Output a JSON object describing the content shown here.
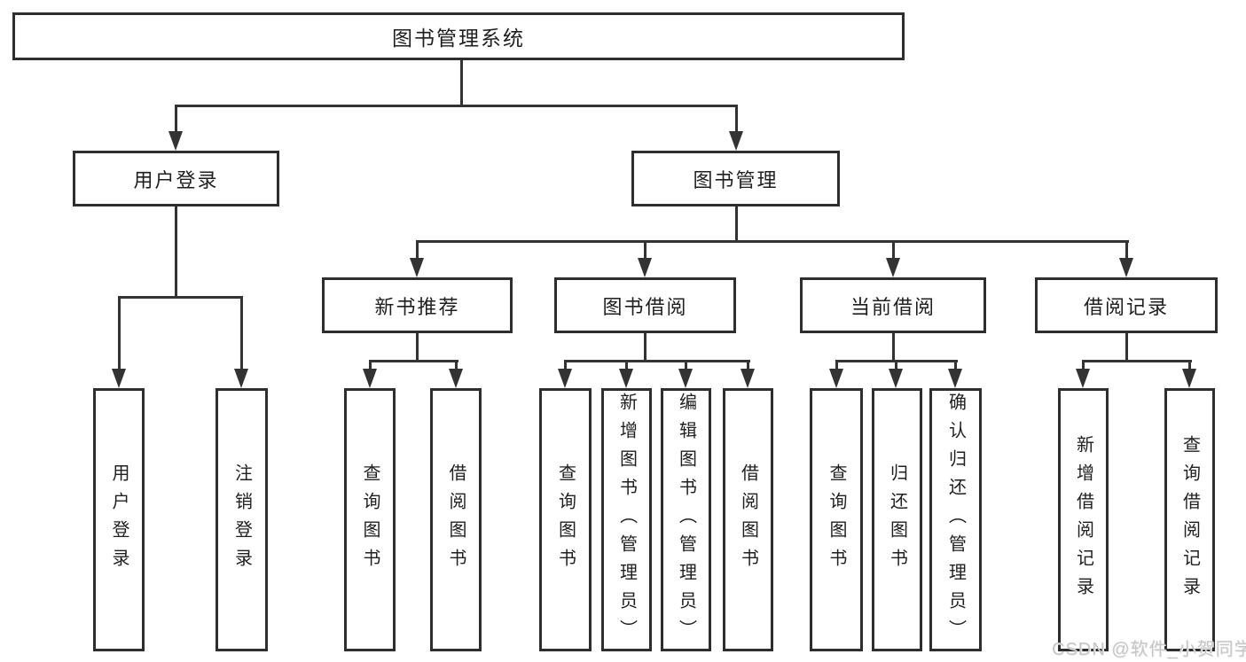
{
  "diagram_title": "图书管理系统",
  "tree": {
    "root": {
      "label": "图书管理系统"
    },
    "branches": [
      {
        "label": "用户登录",
        "leaves": [
          {
            "label": "用户登录"
          },
          {
            "label": "注销登录"
          }
        ]
      },
      {
        "label": "图书管理",
        "groups": [
          {
            "label": "新书推荐",
            "leaves": [
              {
                "label": "查询图书"
              },
              {
                "label": "借阅图书"
              }
            ]
          },
          {
            "label": "图书借阅",
            "leaves": [
              {
                "label": "查询图书"
              },
              {
                "label": "新增图书（管理员）"
              },
              {
                "label": "编辑图书（管理员）"
              },
              {
                "label": "借阅图书"
              }
            ]
          },
          {
            "label": "当前借阅",
            "leaves": [
              {
                "label": "查询图书"
              },
              {
                "label": "归还图书"
              },
              {
                "label": "确认归还（管理员）"
              }
            ]
          },
          {
            "label": "借阅记录",
            "leaves": [
              {
                "label": "新增借阅记录"
              },
              {
                "label": "查询借阅记录"
              }
            ]
          }
        ]
      }
    ]
  },
  "watermark": {
    "text": "CSDN @软件_小贺同学"
  },
  "colors": {
    "line": "#333333",
    "box_border": "#2e2e2e",
    "text": "#1f1f1f",
    "background": "#ffffff",
    "watermark": "#c6c6c6"
  }
}
